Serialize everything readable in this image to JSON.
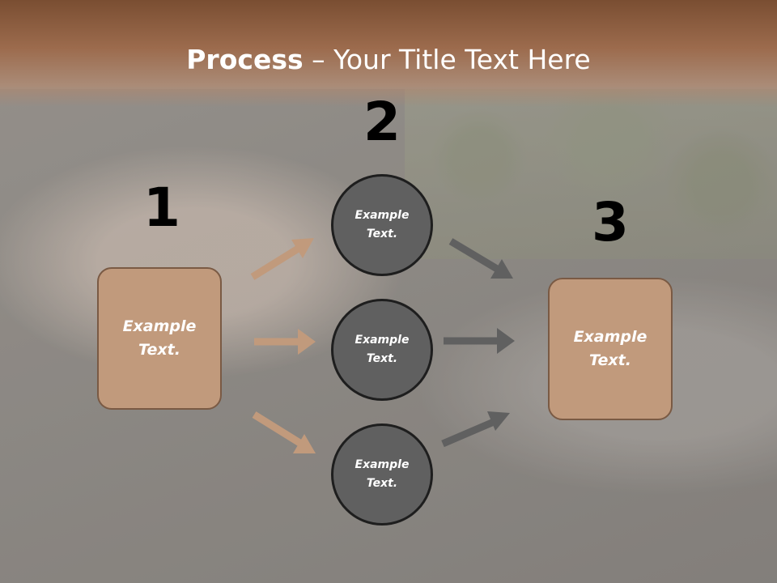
{
  "title": {
    "bold": "Process",
    "rest": " – Your Title Text Here"
  },
  "steps": {
    "one": "1",
    "two": "2",
    "three": "3"
  },
  "left_box": {
    "line1": "Example",
    "line2": "Text."
  },
  "right_box": {
    "line1": "Example",
    "line2": "Text."
  },
  "circles": [
    {
      "line1": "Example",
      "line2": "Text."
    },
    {
      "line1": "Example",
      "line2": "Text."
    },
    {
      "line1": "Example",
      "line2": "Text."
    }
  ],
  "colors": {
    "accent": "#c19a7c",
    "circle": "#606060",
    "arrow_left": "#c19a7c",
    "arrow_right": "#606060",
    "header": "#8a5a3c"
  }
}
